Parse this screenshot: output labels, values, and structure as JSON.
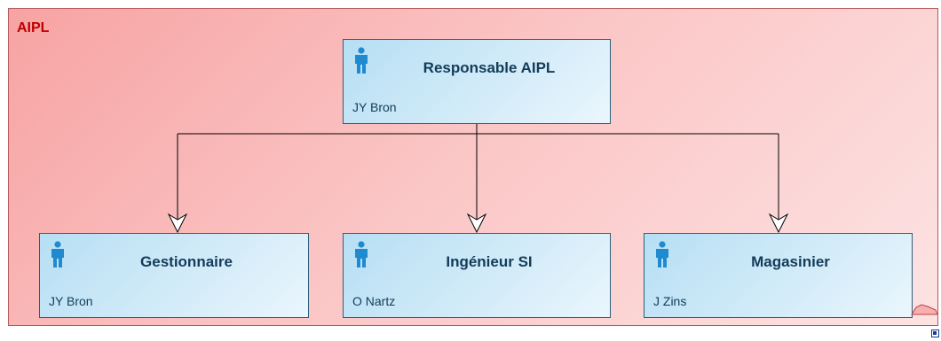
{
  "group": {
    "title": "AIPL",
    "background_color": "#f9b4b4",
    "border_color": "#b45a5a",
    "title_color": "#c00000"
  },
  "roles": {
    "responsable": {
      "title": "Responsable AIPL",
      "person": "JY Bron",
      "icon": "person-icon"
    },
    "gestionnaire": {
      "title": "Gestionnaire",
      "person": "JY Bron",
      "icon": "person-icon"
    },
    "ingenieur": {
      "title": "Ingénieur SI",
      "person": "O Nartz",
      "icon": "person-icon"
    },
    "magasinier": {
      "title": "Magasinier",
      "person": "J Zins",
      "icon": "person-icon"
    }
  },
  "role_box_color": "#cfe9f7",
  "role_border_color": "#2d5f7a",
  "icon_color": "#1f8ad0",
  "connector_color": "#000000"
}
